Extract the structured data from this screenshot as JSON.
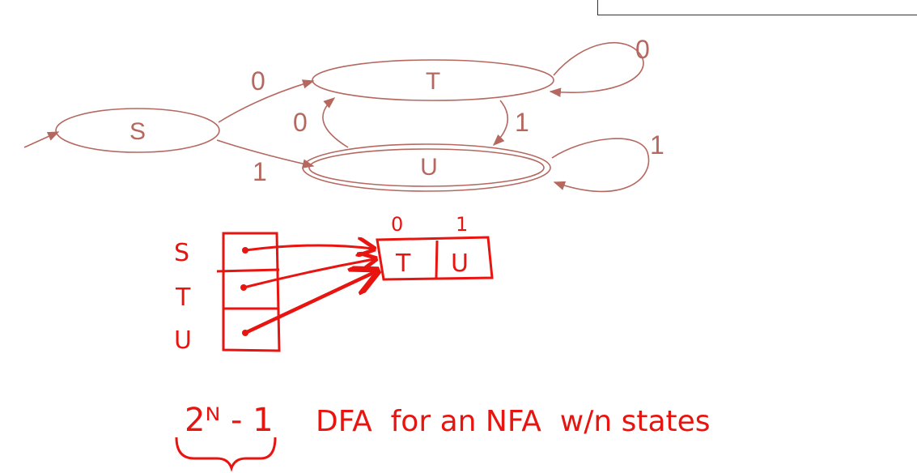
{
  "top_strip_text": "",
  "automaton": {
    "states": {
      "S": "S",
      "T": "T",
      "U": "U"
    },
    "start_state": "S",
    "accepting_states": [
      "U"
    ],
    "transitions": [
      {
        "from": "S",
        "to": "T",
        "label": "0"
      },
      {
        "from": "S",
        "to": "U",
        "label": "1"
      },
      {
        "from": "T",
        "to": "T",
        "label": "0"
      },
      {
        "from": "T",
        "to": "U",
        "label": "1"
      },
      {
        "from": "U",
        "to": "T",
        "label": "0"
      },
      {
        "from": "U",
        "to": "U",
        "label": "1"
      }
    ]
  },
  "table": {
    "row_labels": [
      "S",
      "T",
      "U"
    ],
    "column_headers": [
      "0",
      "1"
    ],
    "cells": [
      "T",
      "U"
    ]
  },
  "note": {
    "formula": "2ᴺ - 1",
    "text": "DFA  for an NFA  w/n states"
  },
  "colors": {
    "diagram": "#b5685f",
    "ink": "#e8140f"
  }
}
